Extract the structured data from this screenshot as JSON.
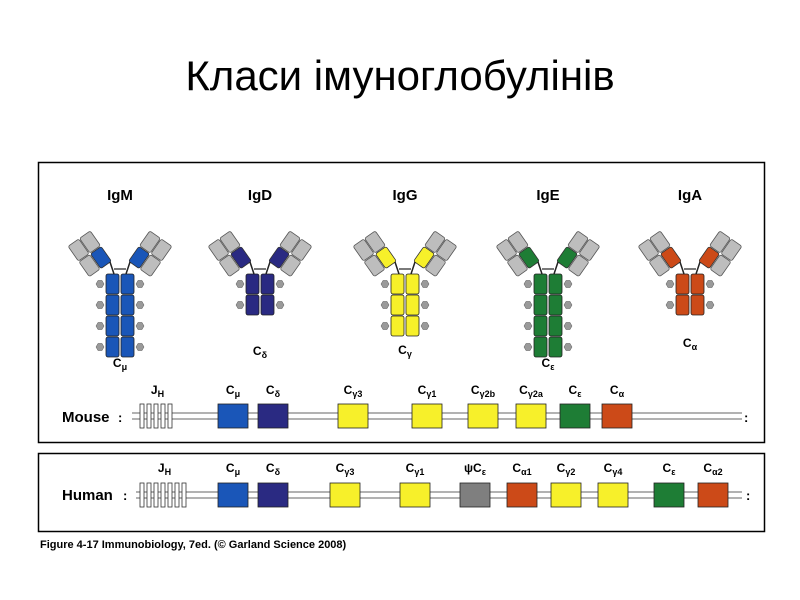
{
  "title": "Класи імуноглобулінів",
  "caption": "Figure 4-17  Immunobiology, 7ed. (© Garland Science 2008)",
  "colors": {
    "mu": "#1a56b8",
    "delta": "#2a2a82",
    "gamma": "#f7f02a",
    "epsilon": "#1e7d35",
    "alpha": "#cc4a18",
    "psi": "#7f7f7f",
    "light_chain": "#bdbdbd"
  },
  "antibodies": [
    {
      "name": "IgM",
      "chain": "C",
      "sub": "μ",
      "color": "#1a56b8"
    },
    {
      "name": "IgD",
      "chain": "C",
      "sub": "δ",
      "color": "#2a2a82"
    },
    {
      "name": "IgG",
      "chain": "C",
      "sub": "γ",
      "color": "#f7f02a"
    },
    {
      "name": "IgE",
      "chain": "C",
      "sub": "ε",
      "color": "#1e7d35"
    },
    {
      "name": "IgA",
      "chain": "C",
      "sub": "α",
      "color": "#cc4a18"
    }
  ],
  "mouse": {
    "label": "Mouse",
    "jh": {
      "main": "J",
      "sub": "H"
    },
    "genes": [
      {
        "main": "C",
        "sub": "μ",
        "color": "#1a56b8"
      },
      {
        "main": "C",
        "sub": "δ",
        "color": "#2a2a82"
      },
      {
        "main": "C",
        "sub": "γ3",
        "color": "#f7f02a"
      },
      {
        "main": "C",
        "sub": "γ1",
        "color": "#f7f02a"
      },
      {
        "main": "C",
        "sub": "γ2b",
        "color": "#f7f02a"
      },
      {
        "main": "C",
        "sub": "γ2a",
        "color": "#f7f02a"
      },
      {
        "main": "C",
        "sub": "ε",
        "color": "#1e7d35"
      },
      {
        "main": "C",
        "sub": "α",
        "color": "#cc4a18"
      }
    ]
  },
  "human": {
    "label": "Human",
    "jh": {
      "main": "J",
      "sub": "H"
    },
    "genes": [
      {
        "main": "C",
        "sub": "μ",
        "color": "#1a56b8"
      },
      {
        "main": "C",
        "sub": "δ",
        "color": "#2a2a82"
      },
      {
        "main": "C",
        "sub": "γ3",
        "color": "#f7f02a"
      },
      {
        "main": "C",
        "sub": "γ1",
        "color": "#f7f02a"
      },
      {
        "main": "ψC",
        "sub": "ε",
        "color": "#7f7f7f"
      },
      {
        "main": "C",
        "sub": "α1",
        "color": "#cc4a18"
      },
      {
        "main": "C",
        "sub": "γ2",
        "color": "#f7f02a"
      },
      {
        "main": "C",
        "sub": "γ4",
        "color": "#f7f02a"
      },
      {
        "main": "C",
        "sub": "ε",
        "color": "#1e7d35"
      },
      {
        "main": "C",
        "sub": "α2",
        "color": "#cc4a18"
      }
    ]
  }
}
